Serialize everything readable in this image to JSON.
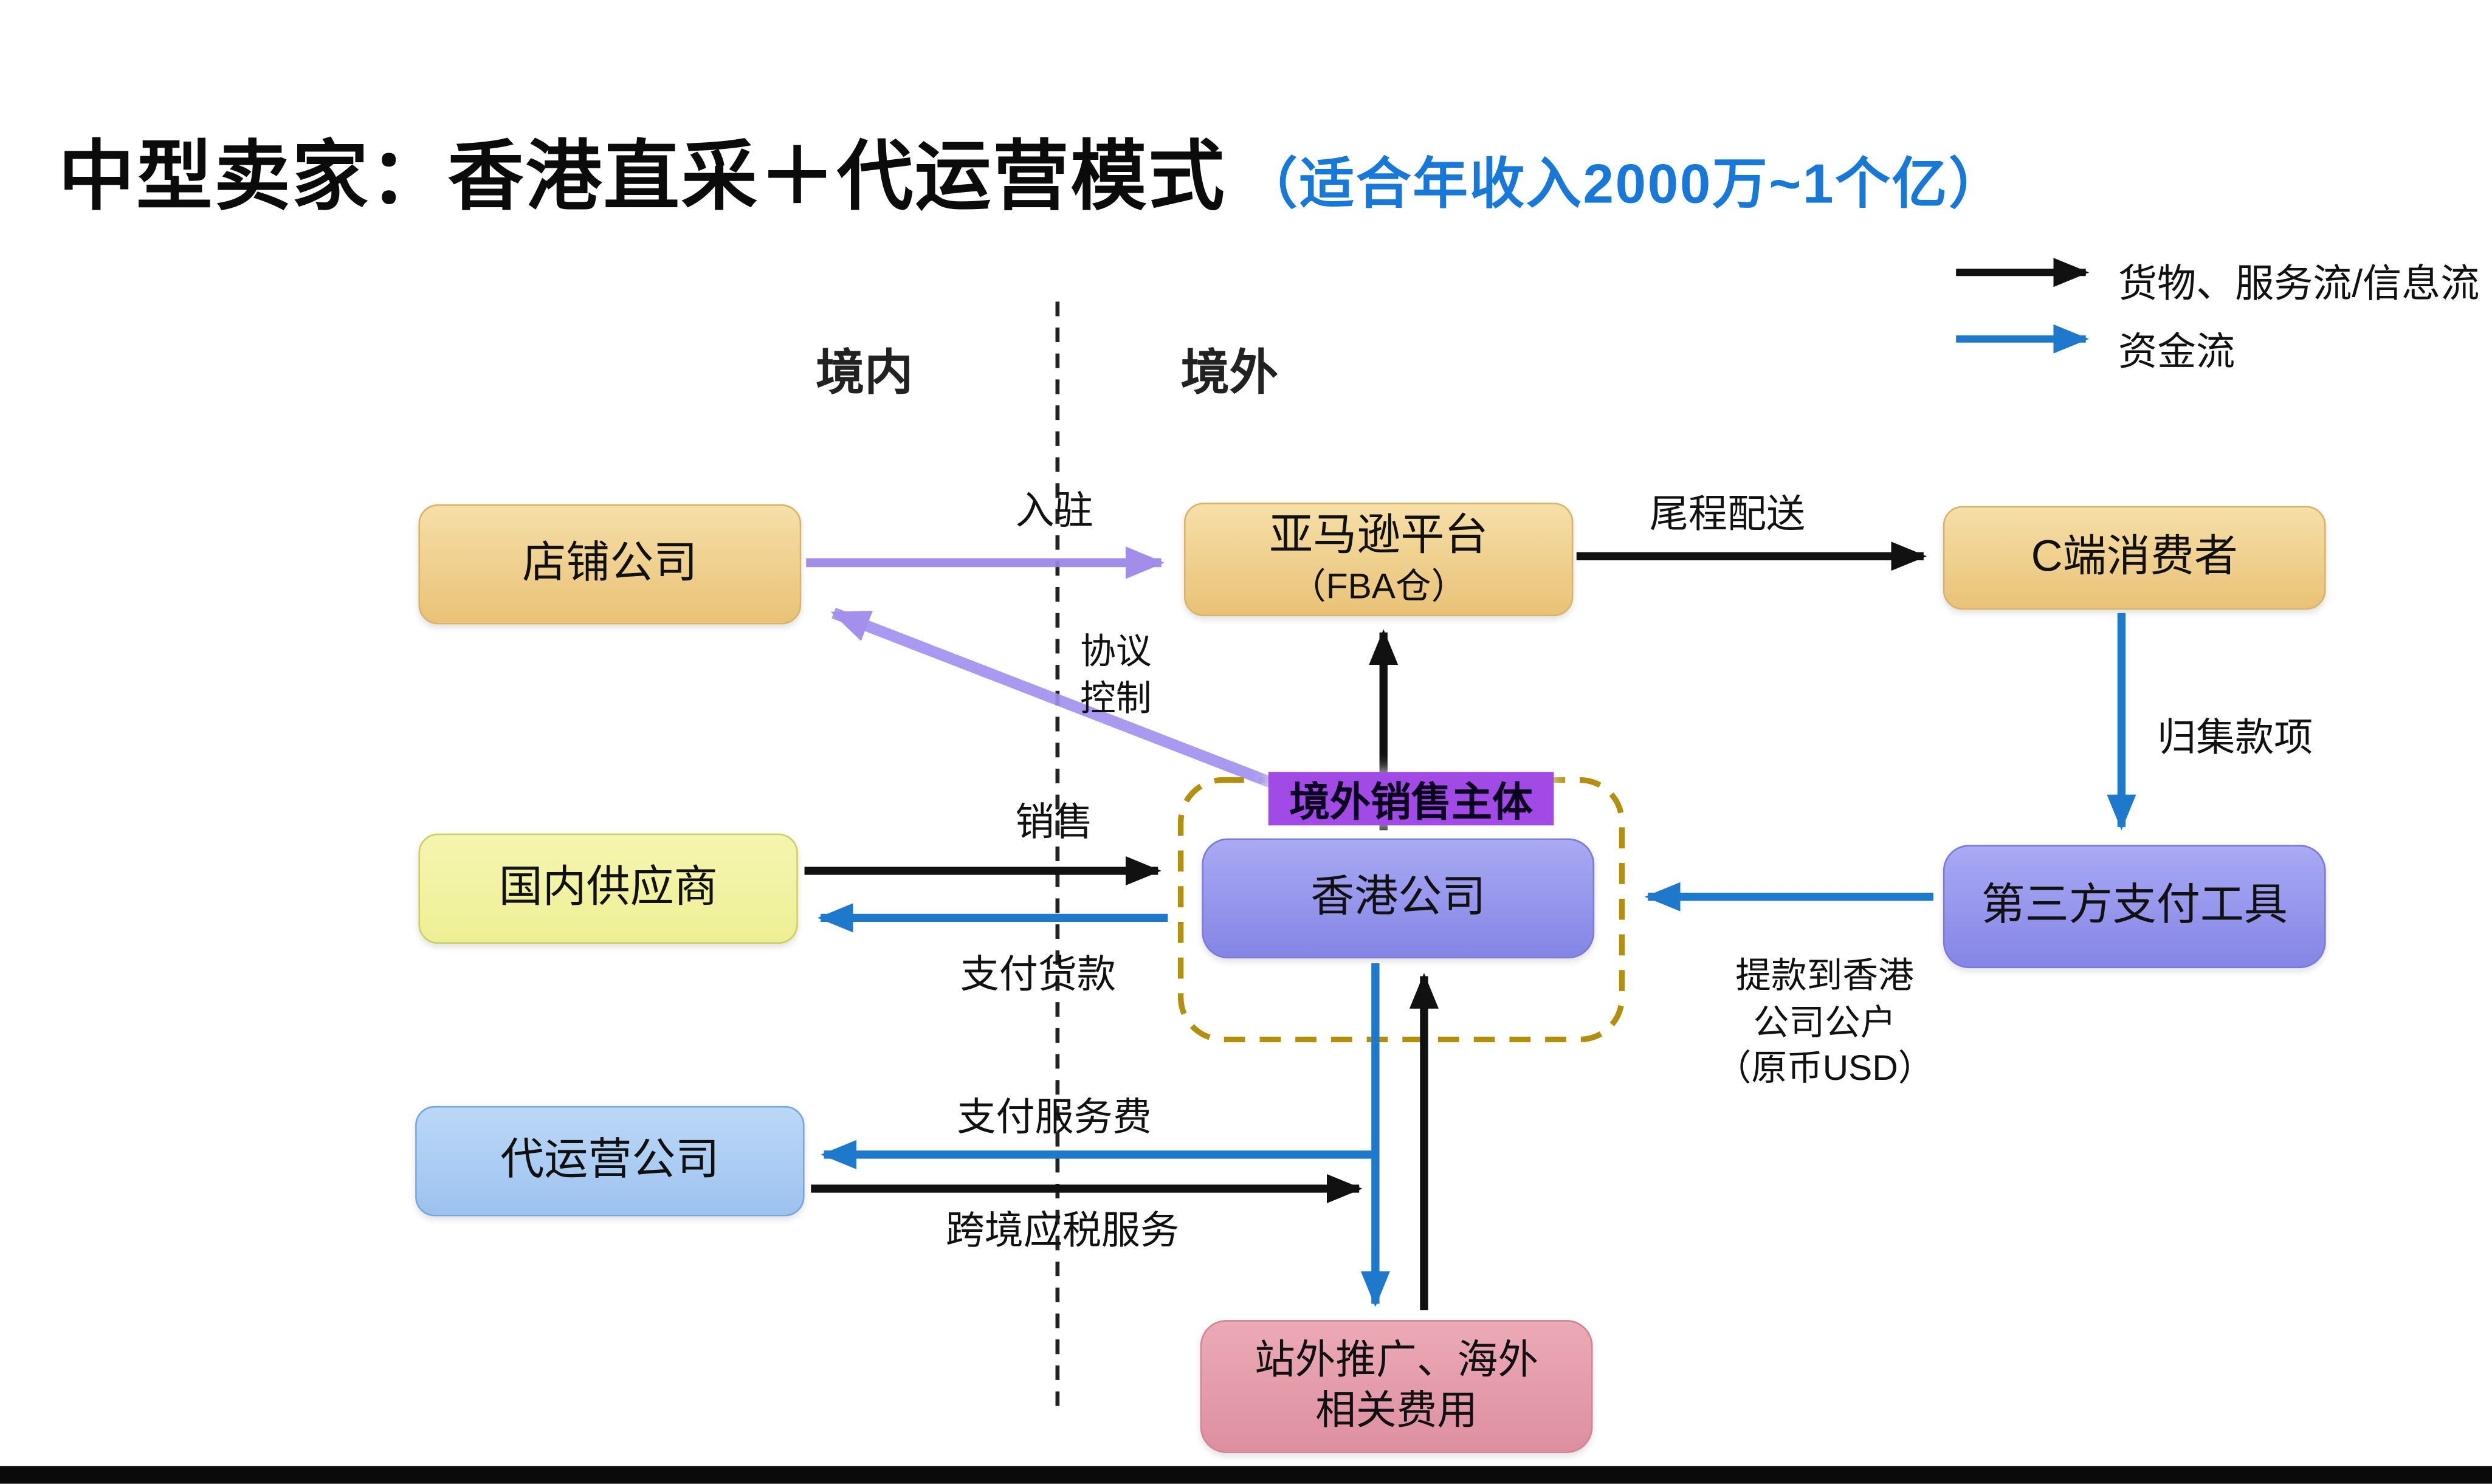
{
  "title": {
    "main": "中型卖家：香港直采＋代运营模式",
    "sub": "（适合年收入2000万~1个亿）"
  },
  "legend": {
    "goods_flow": "货物、服务流/信息流",
    "money_flow": "资金流"
  },
  "regions": {
    "domestic": "境内",
    "overseas": "境外"
  },
  "boxes": {
    "store": "店铺公司",
    "amazon": [
      "亚马逊平台",
      "（FBA仓）"
    ],
    "consumer": "C端消费者",
    "supplier": "国内供应商",
    "overseas_entity": "境外销售主体",
    "hk_company": "香港公司",
    "payment_tool": "第三方支付工具",
    "agency": "代运营公司",
    "promo": [
      "站外推广、海外",
      "相关费用"
    ]
  },
  "arrow_labels": {
    "settle_in": "入驻",
    "agreement": [
      "协议",
      "控制"
    ],
    "last_mile": "尾程配送",
    "collect_funds": "归集款项",
    "sales": "销售",
    "pay_goods": "支付货款",
    "withdraw": [
      "提款到香港",
      "公司公户",
      "（原币USD）"
    ],
    "pay_service_fee": "支付服务费",
    "cross_border_service": "跨境应税服务"
  },
  "colors": {
    "accent_blue": "#1778d9",
    "flow_black": "#111111",
    "flow_blue": "#1e78cc",
    "flow_purple": "#9b84ea",
    "entity_highlight": "#a24ae6",
    "dashed_gold": "#b28f0e"
  }
}
